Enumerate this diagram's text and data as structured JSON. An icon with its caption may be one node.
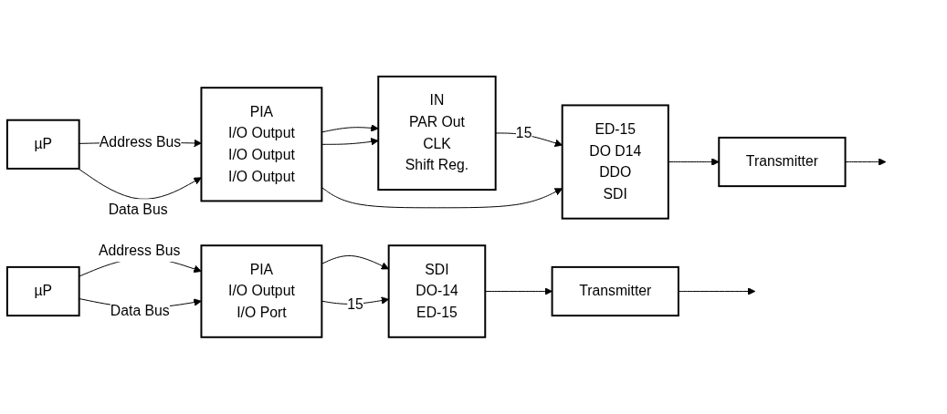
{
  "diagram": {
    "nodes": [
      {
        "text": [
          "µP"
        ]
      },
      {
        "text": [
          "PIA",
          "I/O Output",
          "I/O Port"
        ]
      },
      {
        "text": [
          "SDI",
          "DO-14",
          "ED-15"
        ]
      },
      {
        "text": [
          "Transmitter"
        ]
      },
      {
        "text": [
          "µP"
        ]
      },
      {
        "text": [
          "PIA",
          "I/O Output",
          "I/O Output",
          "I/O Output"
        ]
      },
      {
        "text": [
          "IN",
          "PAR Out",
          "CLK",
          "Shift Reg."
        ]
      },
      {
        "text": [
          "ED-15",
          "DO D14",
          "DDO",
          "SDI"
        ]
      },
      {
        "text": [
          "Transmitter"
        ]
      }
    ],
    "edges": [
      {
        "from": 0,
        "to": 1,
        "arrow": "to",
        "label": "Address Bus"
      },
      {
        "from": 0,
        "to": 1,
        "arrow": "to",
        "label": "Data Bus"
      },
      {
        "from": 1,
        "to": 2,
        "arrow": "to"
      },
      {
        "from": 1,
        "to": 2,
        "arrow": "to",
        "label": "15"
      },
      {
        "from": 2,
        "to": 3,
        "arrow": "to"
      },
      {
        "from": 3,
        "to": null,
        "arrow": "to"
      },
      {
        "from": 4,
        "to": 5,
        "arrow": "to",
        "label": "Address Bus"
      },
      {
        "from": 4,
        "to": 5,
        "arrow": "to",
        "label": "Data Bus"
      },
      {
        "from": 5,
        "to": 6,
        "arrow": "to"
      },
      {
        "from": 5,
        "to": 6,
        "arrow": "to"
      },
      {
        "from": 6,
        "to": 7,
        "arrow": "to",
        "label": "15"
      },
      {
        "from": 5,
        "to": 7,
        "arrow": "to"
      },
      {
        "from": 7,
        "to": 8,
        "arrow": "to"
      },
      {
        "from": 8,
        "to": null,
        "arrow": "to"
      }
    ]
  }
}
